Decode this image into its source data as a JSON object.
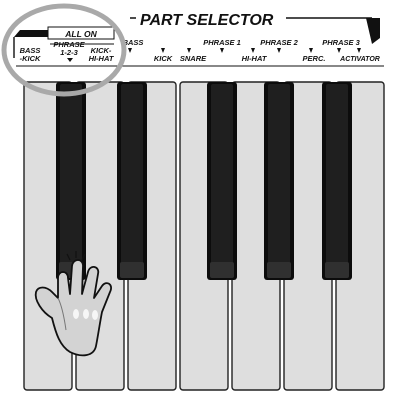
{
  "panel": {
    "title": "PART SELECTOR",
    "all_on_label": "ALL ON",
    "phrase_label": "PHRASE",
    "phrase_nums_label": "1-2-3",
    "left_labels": {
      "bass_kick_line1": "BASS",
      "bass_kick_line2": "-KICK",
      "kick_hihat_line1": "KICK-",
      "kick_hihat_line2": "HI-HAT"
    },
    "key_labels": {
      "bass": "BASS",
      "kick": "KICK",
      "snare": "SNARE",
      "phrase1": "PHRASE 1",
      "hihat": "HI-HAT",
      "phrase2": "PHRASE 2",
      "perc": "PERC.",
      "phrase3": "PHRASE 3",
      "activator": "ACTIVATOR"
    }
  },
  "keyboard": {
    "white_key_count": 7,
    "black_key_count": 5
  },
  "highlight": {
    "color": "#a9a9a9"
  },
  "hand": {
    "icon": "pointing-hand"
  }
}
